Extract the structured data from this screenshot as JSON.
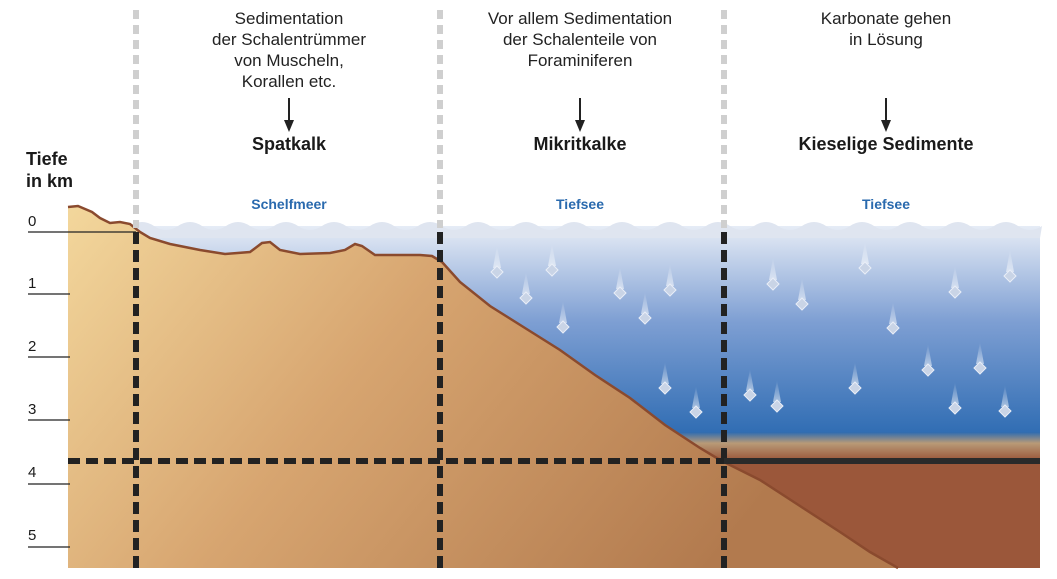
{
  "depth_axis": {
    "title_line1": "Tiefe",
    "title_line2": "in km",
    "ticks": [
      "0",
      "1",
      "2",
      "3",
      "4",
      "5"
    ]
  },
  "zones": [
    {
      "description": [
        "Sedimentation",
        "der Schalentrümmer",
        "von Muscheln,",
        "Korallen etc."
      ],
      "result": "Spatkalk",
      "environment": "Schelfmeer"
    },
    {
      "description": [
        "Vor allem Sedimentation",
        "der Schalenteile von",
        "Foraminiferen"
      ],
      "result": "Mikritkalke",
      "environment": "Tiefsee"
    },
    {
      "description": [
        "Karbonate gehen",
        "in Lösung"
      ],
      "result": "Kieselige Sedimente",
      "environment": "Tiefsee"
    }
  ],
  "colors": {
    "land_light": "#f3d79c",
    "land_dark": "#b27a4e",
    "sea_top": "#e6ecf6",
    "sea_deep": "#2d6bb2",
    "deep_floor": "#9b573a",
    "coast_line": "#8a4a2e",
    "env_label": "#2a6aae"
  }
}
